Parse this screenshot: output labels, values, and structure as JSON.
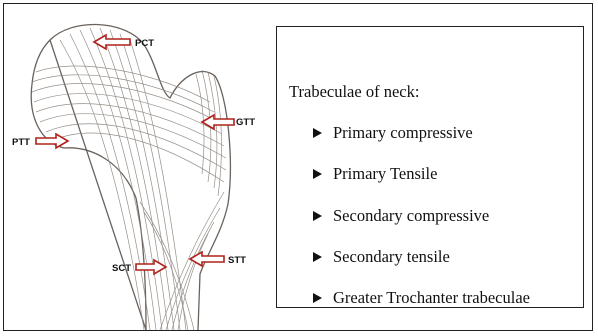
{
  "diagram": {
    "labels": {
      "pct": "PCT",
      "gtt": "GTT",
      "ptt": "PTT",
      "sct": "SCT",
      "stt": "STT"
    }
  },
  "legend": {
    "heading": "Trabeculae of neck:",
    "items": [
      "Primary compressive",
      "Primary Tensile",
      "Secondary compressive",
      "Secondary tensile",
      "Greater Trochanter trabeculae"
    ]
  }
}
